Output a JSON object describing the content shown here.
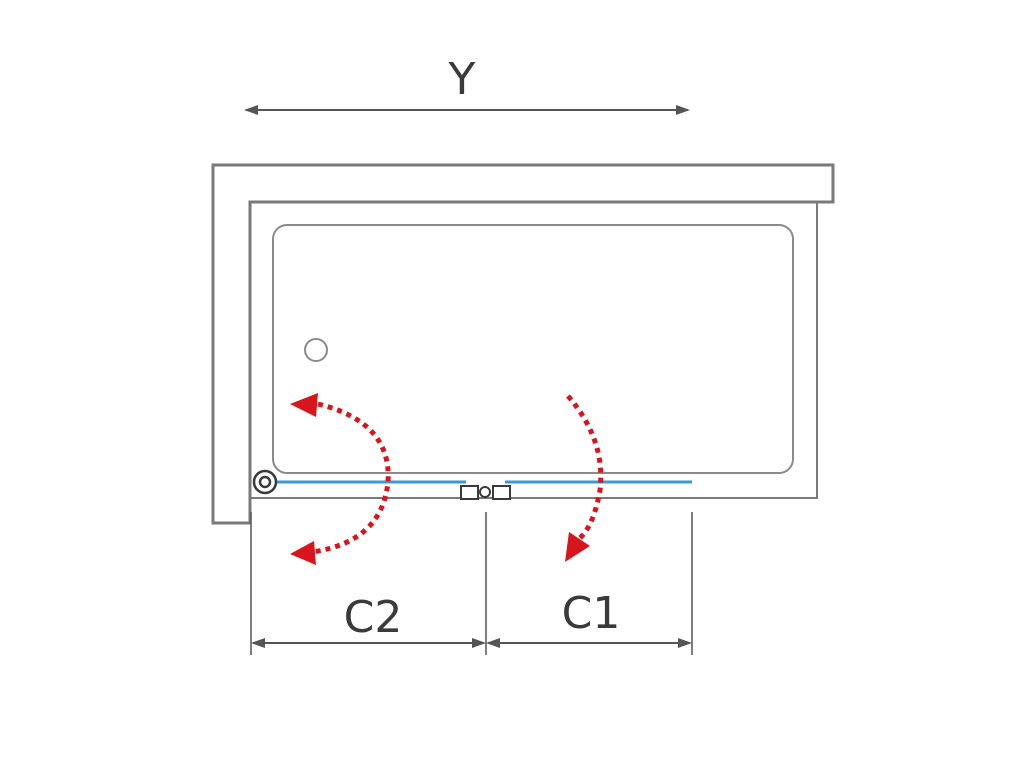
{
  "labels": {
    "width": "Y",
    "panel_left": "C2",
    "panel_right": "C1"
  },
  "colors": {
    "outline": "#7a7a7a",
    "glass": "#3a9ad9",
    "swing_arrow": "#d8141c",
    "dimension": "#555555",
    "text": "#3a3a3a"
  },
  "icons": {
    "drain": "drain-icon",
    "wall_hinge": "hinge-icon",
    "center_hinge": "center-hinge-icon"
  }
}
